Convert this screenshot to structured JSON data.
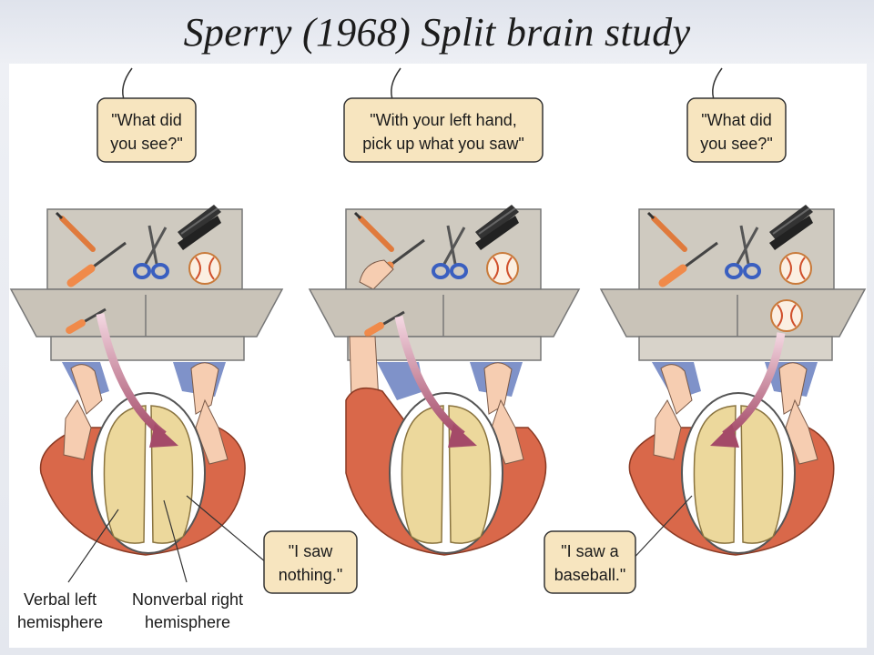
{
  "title": "Sperry (1968) Split brain study",
  "panels": [
    {
      "question": [
        "\"What did",
        "you see?\""
      ]
    },
    {
      "question": [
        "\"With your left hand,",
        "pick up what you saw\""
      ]
    },
    {
      "question": [
        "\"What did",
        "you see?\""
      ]
    }
  ],
  "responses": [
    {
      "text": [
        "\"I saw",
        "nothing.\""
      ]
    },
    {
      "text": [
        "\"I saw a",
        "baseball.\""
      ]
    }
  ],
  "labels": {
    "left_hemisphere": [
      "Verbal left",
      "hemisphere"
    ],
    "right_hemisphere": [
      "Nonverbal right",
      "hemisphere"
    ]
  },
  "colors": {
    "bubble_fill": "#f7e5bf",
    "table": "#cfcac0",
    "shirt": "#d9684a",
    "brain": "#ecd89c",
    "jeans": "#7f92c9",
    "skin": "#f6cdb1",
    "arrow": "#a44a68"
  },
  "objects": [
    "pencil-icon",
    "screwdriver-icon",
    "scissors-icon",
    "stapler-icon",
    "baseball-icon"
  ]
}
